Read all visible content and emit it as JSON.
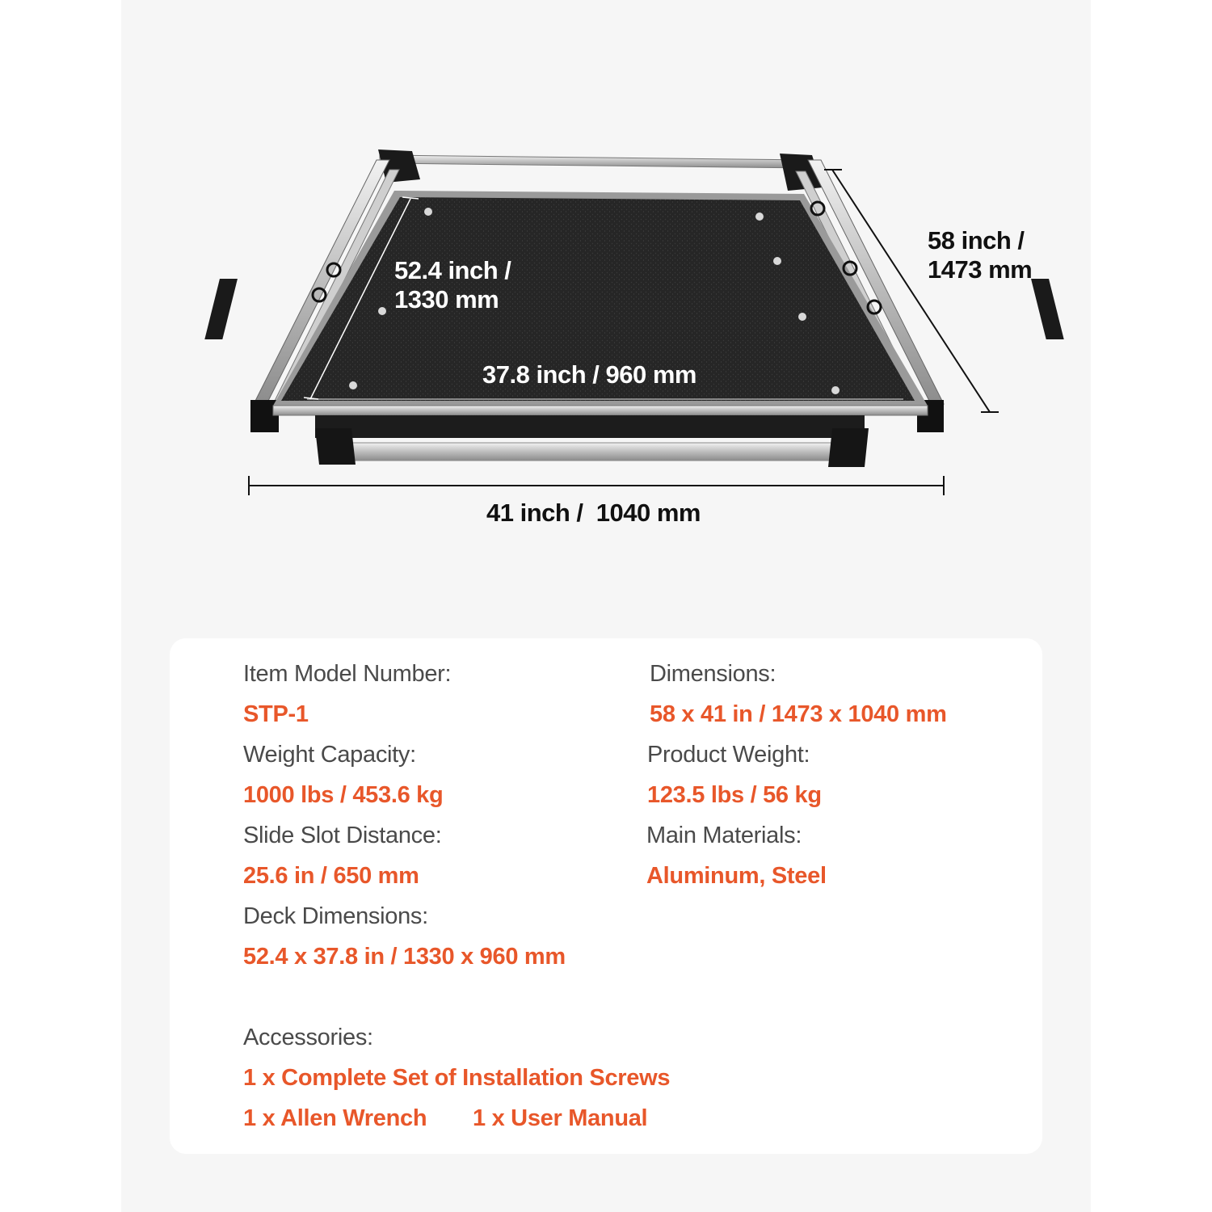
{
  "dimensions_figure": {
    "outer_length": {
      "line1": "58 inch /",
      "line2": "1473 mm"
    },
    "deck_length": {
      "line1": "52.4 inch /",
      "line2": "1330 mm"
    },
    "deck_width": "37.8 inch / 960 mm",
    "outer_width": "41 inch /  1040 mm"
  },
  "specs": {
    "left": [
      {
        "label": "Item Model Number:",
        "value": "STP-1"
      },
      {
        "label": "Weight Capacity:",
        "value": "1000 lbs / 453.6 kg"
      },
      {
        "label": "Slide Slot Distance:",
        "value": "25.6 in / 650 mm"
      },
      {
        "label": "Deck Dimensions:",
        "value": "52.4 x 37.8 in / 1330 x 960 mm"
      }
    ],
    "right": [
      {
        "label": "Dimensions:",
        "value": "58 x 41 in / 1473 x 1040 mm"
      },
      {
        "label": "Product Weight:",
        "value": "123.5 lbs / 56 kg"
      },
      {
        "label": "Main Materials:",
        "value": "Aluminum, Steel"
      }
    ]
  },
  "accessories": {
    "title": "Accessories:",
    "items": [
      "1 x Complete Set of Installation Screws",
      "1 x Allen Wrench",
      "1 x User Manual"
    ]
  },
  "colors": {
    "accent": "#e8572a",
    "label_text": "#4a4a4a",
    "panel_bg": "#f6f6f6",
    "deck": "#2a2a2a"
  }
}
